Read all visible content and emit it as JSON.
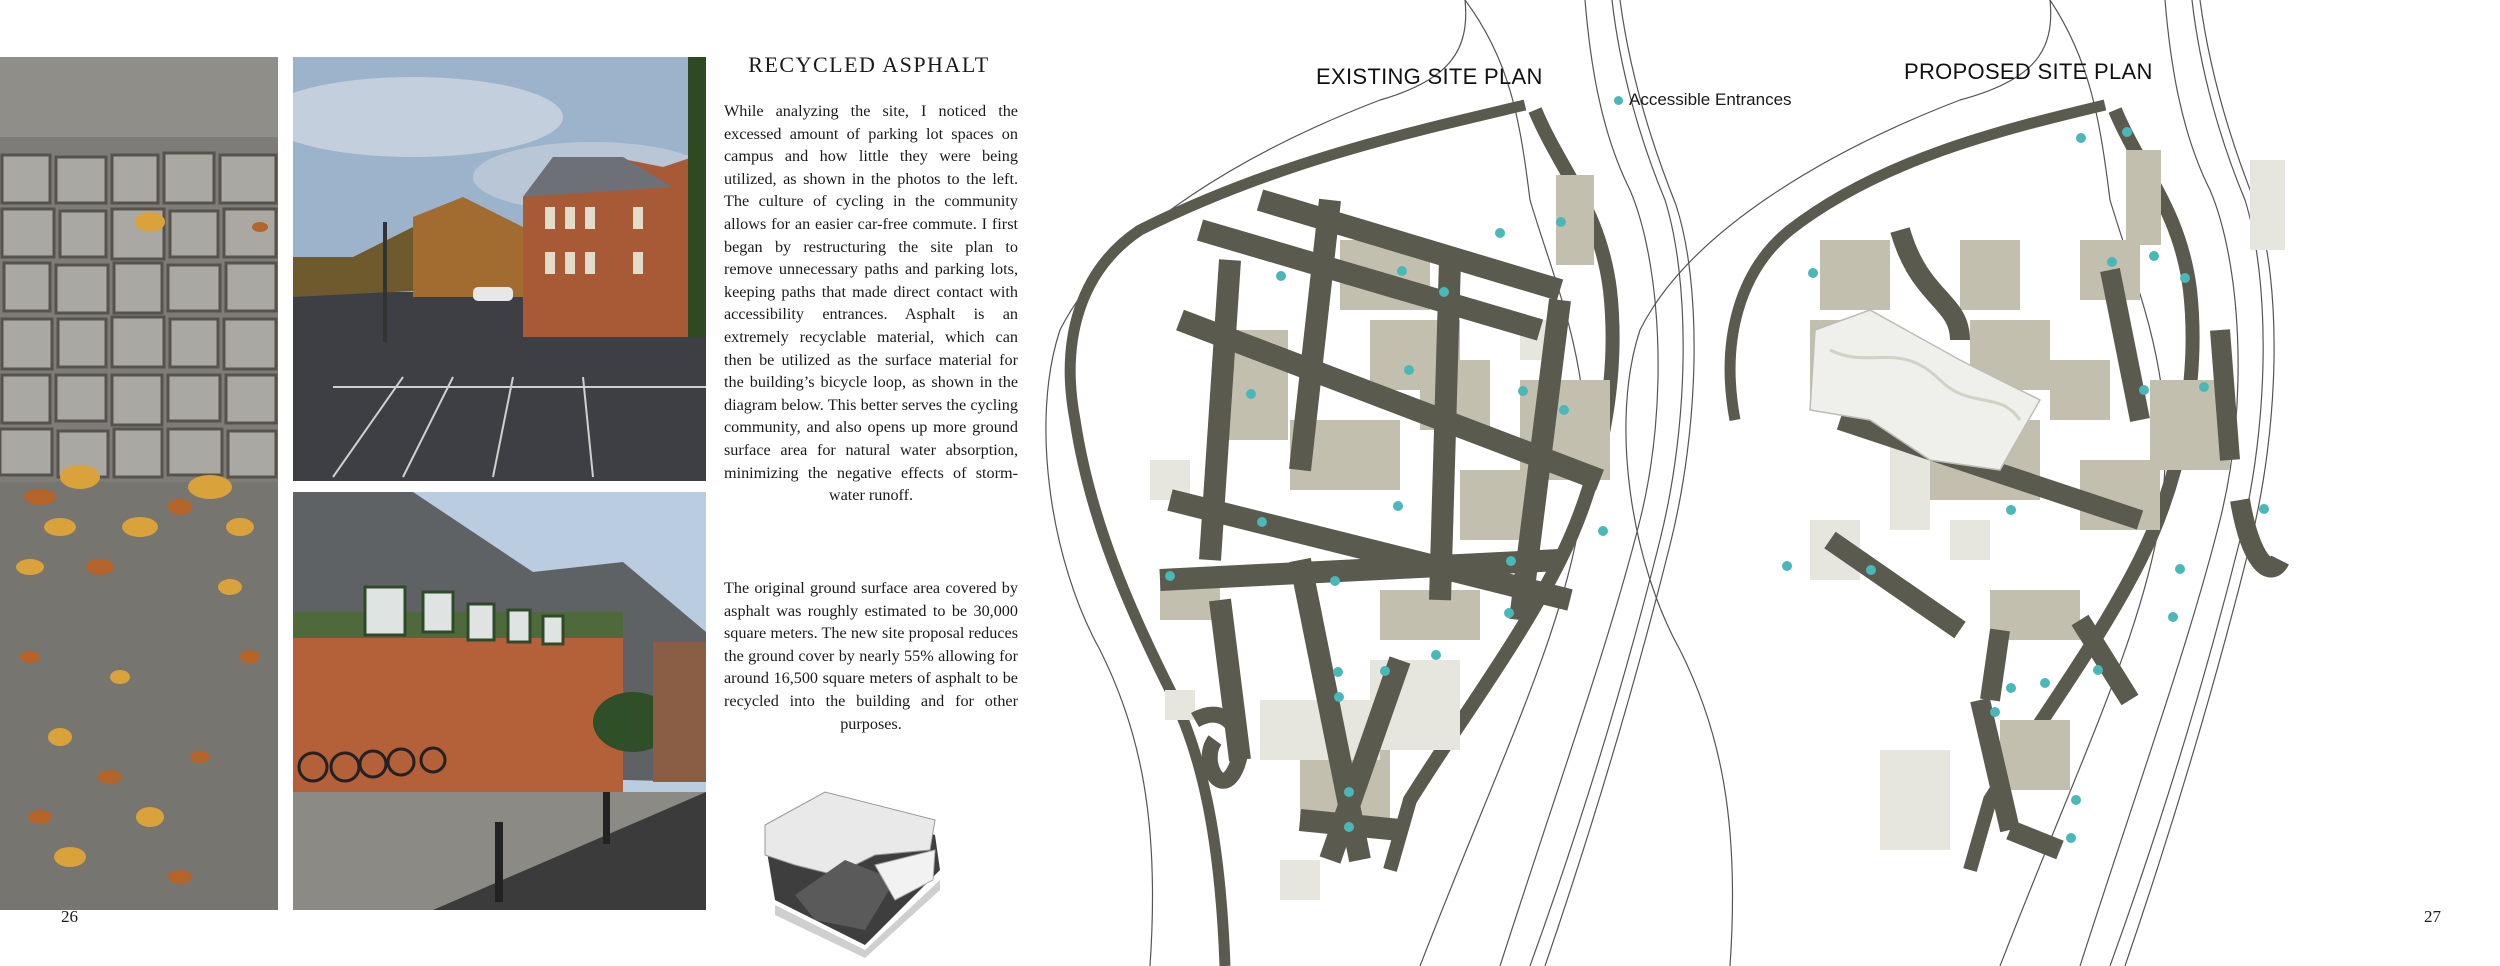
{
  "essay": {
    "title": "RECYCLED ASPHALT",
    "paragraph1": "While analyzing the site, I noticed the excessed amount of parking lot spaces on campus and how little they were being utilized, as shown in the photos to the left. The culture of cycling in the community allows for an easier car-free commute. I first began by restructuring the site plan to remove unnecessary paths and parking lots, keeping paths that made direct contact with accessibility entrances. Asphalt is an extremely recyclable material, which can then be utilized as the surface material for the building’s bicycle loop, as shown in the diagram below. This better serves the cycling community, and also opens up more ground surface area for natural water absorption, minimizing the negative effects of storm-water runoff.",
    "paragraph2": "The original ground surface area covered by asphalt was roughly estimated to be 30,000 square meters. The new site proposal reduces the ground cover by nearly 55% allowing for around 16,500 square meters of asphalt to be recycled into the building and for other purposes."
  },
  "plans": {
    "existing_title": "EXISTING SITE PLAN",
    "proposed_title": "PROPOSED SITE PLAN",
    "legend_label": "Accessible Entrances",
    "colors": {
      "asphalt": "#5b5a4f",
      "building": "#c2bfae",
      "building_light": "#e6e5de",
      "entrance": "#4ab8b8"
    }
  },
  "page_numbers": {
    "left": "26",
    "right": "27"
  }
}
